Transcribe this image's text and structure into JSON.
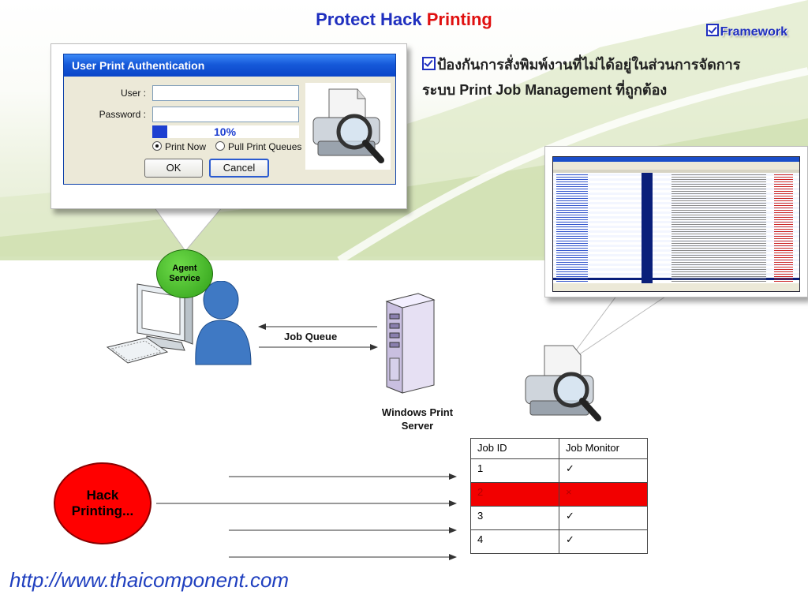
{
  "title": {
    "part1": "Protect Hack ",
    "part2": "Printing"
  },
  "framework_label": "Framework",
  "description": {
    "line1": "ป้องกันการสั่งพิมพ์งานที่ไม่ได้อยู่ในส่วนการจัดการ",
    "line2": "ระบบ Print Job Management ที่ถูกต้อง"
  },
  "dialog": {
    "title": "User Print Authentication",
    "user_label": "User :",
    "password_label": "Password :",
    "user_value": "",
    "password_value": "",
    "progress_text": "10%",
    "progress_fraction": 0.1,
    "radio_print_now": "Print Now",
    "radio_pull": "Pull Print Queues",
    "ok_label": "OK",
    "cancel_label": "Cancel"
  },
  "agent_label": "Agent Service",
  "job_queue_label": "Job Queue",
  "server_label": "Windows Print Server",
  "hack_label": "Hack Printing...",
  "jobs_table": {
    "headers": [
      "Job ID",
      "Job Monitor"
    ],
    "rows": [
      {
        "id": "1",
        "status": "✓"
      },
      {
        "id": "2",
        "status": "×"
      },
      {
        "id": "3",
        "status": "✓"
      },
      {
        "id": "4",
        "status": "✓"
      }
    ]
  },
  "url": "http://www.thaicomponent.com",
  "colors": {
    "title_blue": "#1f2fbf",
    "title_red": "#e01010",
    "agent_green": "#3aa61d",
    "hack_red": "#ff0000"
  }
}
